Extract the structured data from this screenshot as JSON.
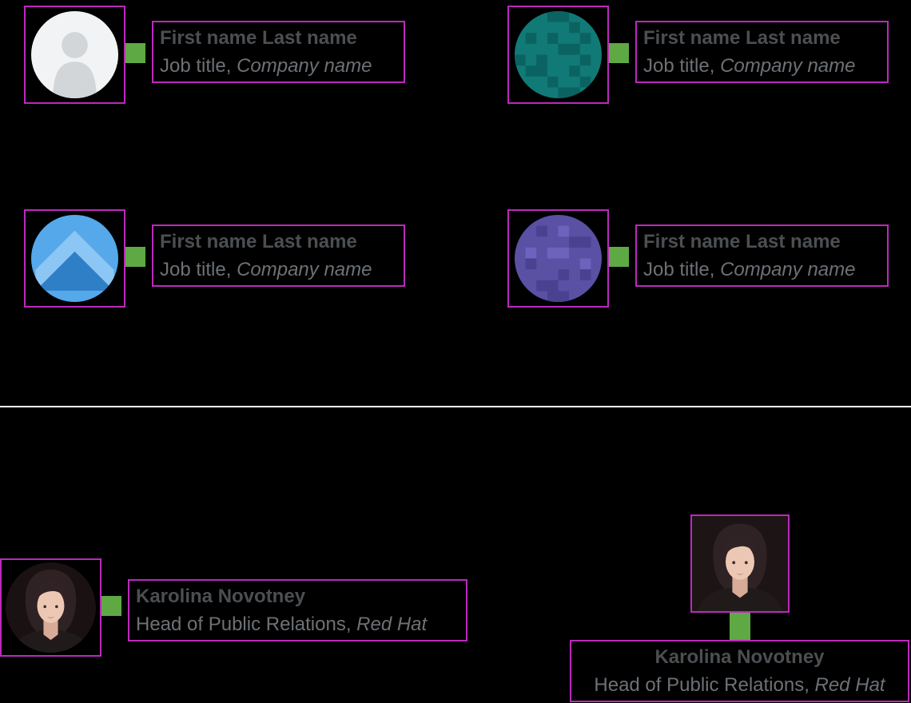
{
  "colors": {
    "background": "#000000",
    "annotation_outline": "#bc29bc",
    "spacer_green": "#5fa944",
    "name_text": "#4c4f52",
    "meta_text": "#6d7175",
    "divider": "#fafafa",
    "avatar_placeholder_bg": "#f2f3f4",
    "avatar_placeholder_icon": "#d3d6d8",
    "avatar_teal": "#117a77",
    "avatar_blue": "#55a8ea",
    "avatar_purple": "#5a50a4"
  },
  "examples": [
    {
      "avatar_icon": "placeholder-person-avatar",
      "name": "First name Last name",
      "job": "Job title,",
      "company": "Company name"
    },
    {
      "avatar_icon": "pixel-globe-teal-avatar",
      "name": "First name Last name",
      "job": "Job title,",
      "company": "Company name"
    },
    {
      "avatar_icon": "chevron-pattern-blue-avatar",
      "name": "First name Last name",
      "job": "Job title,",
      "company": "Company name"
    },
    {
      "avatar_icon": "pixel-globe-purple-avatar",
      "name": "First name Last name",
      "job": "Job title,",
      "company": "Company name"
    }
  ],
  "photo_examples": [
    {
      "avatar_icon": "photo-round-avatar",
      "layout": "horizontal",
      "name": "Karolina Novotney",
      "job": "Head of Public Relations,",
      "company": "Red Hat"
    },
    {
      "avatar_icon": "photo-square-avatar",
      "layout": "vertical",
      "name": "Karolina Novotney",
      "job": "Head of Public Relations,",
      "company": "Red Hat"
    }
  ]
}
